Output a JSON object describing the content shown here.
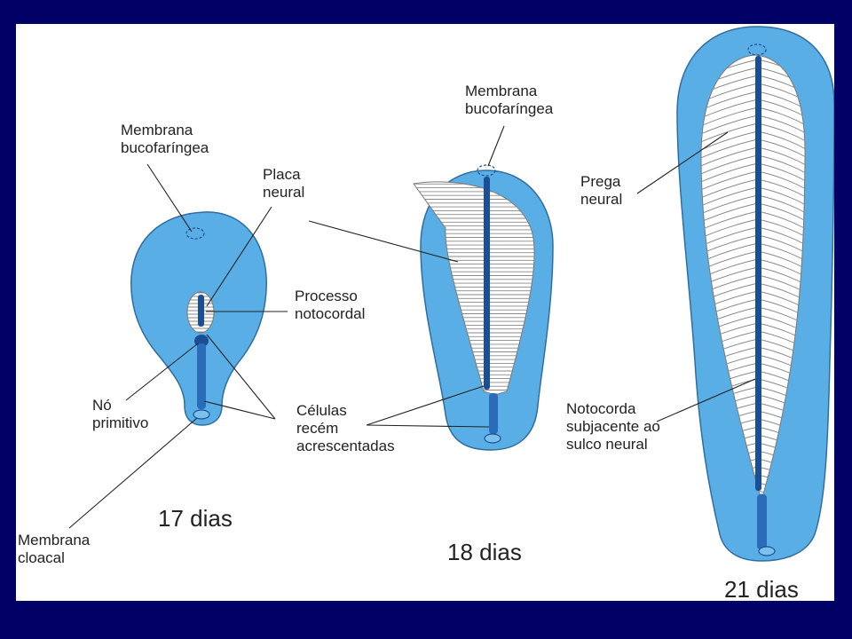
{
  "colors": {
    "background": "#000066",
    "panel": "#ffffff",
    "embryo_fill": "#5aaee6",
    "embryo_stroke": "#2f6e9e",
    "notochord": "#1a4f96",
    "plate": "#ffffff",
    "stripe": "#8a8a8a"
  },
  "stages": {
    "day17": {
      "label": "17 dias"
    },
    "day18": {
      "label": "18 dias"
    },
    "day21": {
      "label": "21 dias"
    }
  },
  "labels": {
    "membrana_buco_17": [
      "Membrana",
      "bucofaríngea"
    ],
    "placa_neural": [
      "Placa",
      "neural"
    ],
    "processo_notocordal": [
      "Processo",
      "notocordal"
    ],
    "no_primitivo": [
      "Nó",
      "primitivo"
    ],
    "celulas_recem": [
      "Células",
      "recém",
      "acrescentadas"
    ],
    "membrana_cloacal": [
      "Membrana",
      "cloacal"
    ],
    "membrana_buco_18": [
      "Membrana",
      "bucofaríngea"
    ],
    "prega_neural": [
      "Prega",
      "neural"
    ],
    "notocorda": [
      "Notocorda",
      "subjacente ao",
      "sulco neural"
    ]
  }
}
